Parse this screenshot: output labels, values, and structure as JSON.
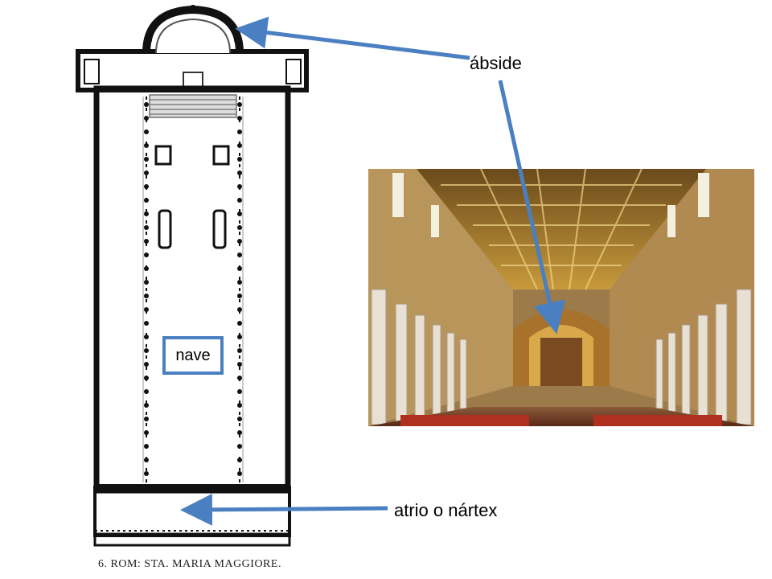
{
  "labels": {
    "abside": "ábside",
    "nave": "nave",
    "atrio": "atrio o nártex"
  },
  "caption": "6. ROM: STA. MARIA MAGGIORE.",
  "colors": {
    "arrow": "#4a7fc1",
    "box_border": "#4a7fc1",
    "plan_ink": "#111111",
    "gold": "#c89a3c"
  }
}
